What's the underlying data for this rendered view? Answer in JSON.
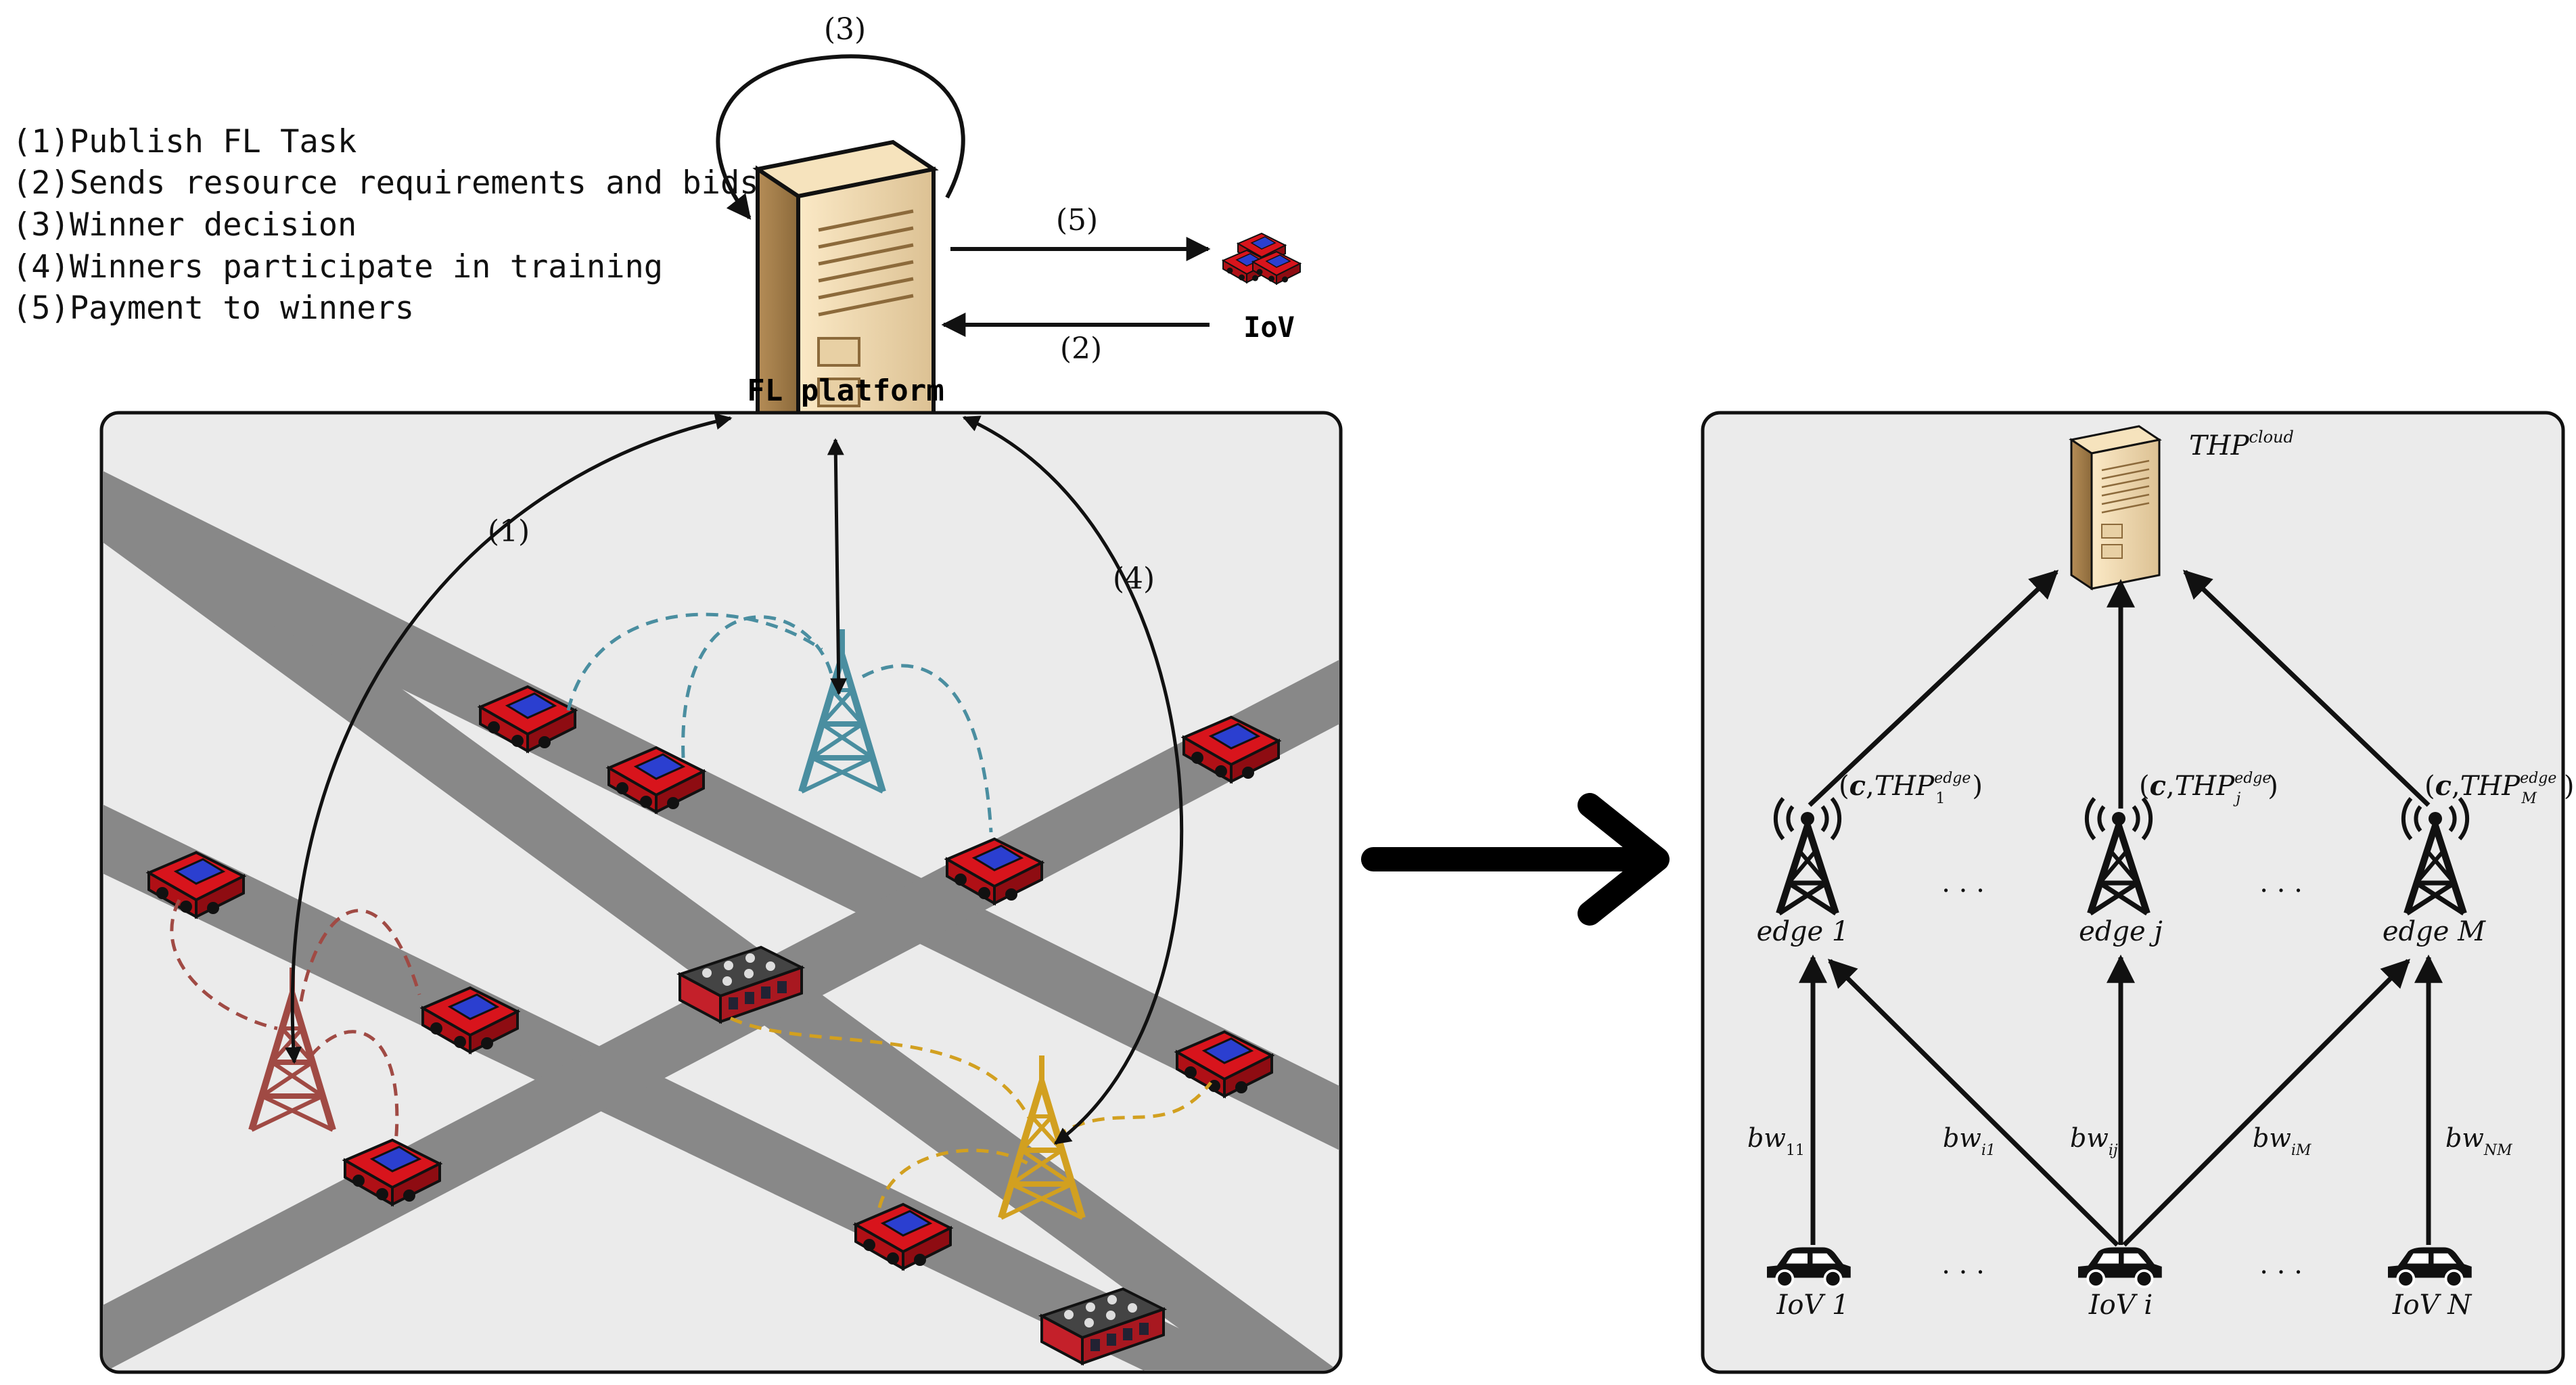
{
  "legend": {
    "items": [
      "(1)Publish FL Task",
      "(2)Sends resource requirements and bids",
      "(3)Winner decision",
      "(4)Winners participate in training",
      "(5)Payment to winners"
    ]
  },
  "top": {
    "platform_label": "FL platform",
    "iov_label": "IoV",
    "step3": "(3)",
    "step5": "(5)",
    "step2": "(2)"
  },
  "left_panel": {
    "step1": "(1)",
    "step4": "(4)",
    "tower_colors": {
      "blue": "#4a8ea0",
      "red": "#a04a44",
      "gold": "#d2a020"
    },
    "road_color": "#888888",
    "panel_bg": "#ebebeb"
  },
  "right_panel": {
    "cloud_label": "THP",
    "cloud_sup": "cloud",
    "edges": [
      {
        "name": "edge 1",
        "thp_sub": "1",
        "thp_sup": "edge"
      },
      {
        "name": "edge j",
        "thp_sub": "j",
        "thp_sup": "edge"
      },
      {
        "name": "edge M",
        "thp_sub": "M",
        "thp_sup": "edge"
      }
    ],
    "thp_prefix": "(c,THP",
    "thp_suffix": ")",
    "iovs": [
      "IoV 1",
      "IoV i",
      "IoV N"
    ],
    "bandwidths": [
      {
        "base": "bw",
        "sub": "11"
      },
      {
        "base": "bw",
        "sub": "i1"
      },
      {
        "base": "bw",
        "sub": "ij"
      },
      {
        "base": "bw",
        "sub": "iM"
      },
      {
        "base": "bw",
        "sub": "NM"
      }
    ],
    "dots": ". . ."
  }
}
